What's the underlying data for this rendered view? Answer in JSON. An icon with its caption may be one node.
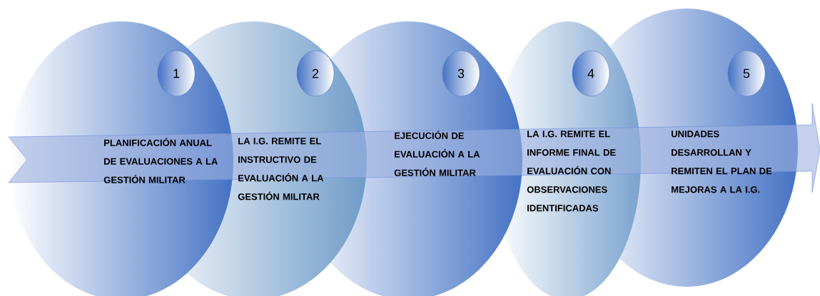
{
  "diagram": {
    "nodes": [
      {
        "text": [
          "PLANIFICACIÓN ANUAL DE EVALUACIONES A LA GESTIÓN MILITAR"
        ]
      },
      {
        "text": [
          "1"
        ]
      },
      {
        "text": [
          "LA I.G. REMITE EL INSTRUCTIVO DE EVALUACIÓN A LA GESTIÓN MILITAR"
        ]
      },
      {
        "text": [
          "2"
        ]
      },
      {
        "text": [
          "EJECUCIÓN DE EVALUACIÓN A LA GESTIÓN MILITAR"
        ]
      },
      {
        "text": [
          "3"
        ],
        "in": 4
      },
      {
        "text": [
          "LA I.G. REMITE EL INFORME FINAL DE EVALUACIÓN CON OBSERVACIONES IDENTIFICADAS"
        ]
      },
      {
        "text": [
          "4"
        ]
      },
      {
        "text": [
          "UNIDADES DESARROLLAN Y REMITEN EL PLAN DE MEJORAS A LA I.G."
        ]
      },
      {
        "text": [
          "5"
        ],
        "in": 8
      }
    ]
  }
}
